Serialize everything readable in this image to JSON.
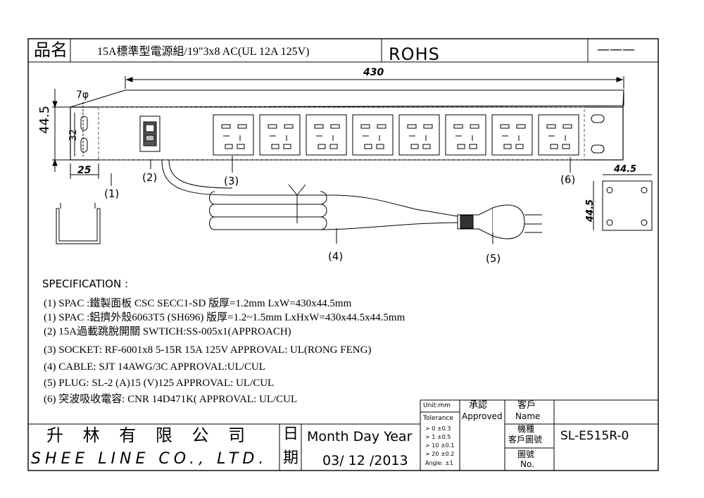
{
  "title_block": {
    "name_label": "品名",
    "product_name": "15A標準型電源組/19\"3x8 AC(UL 12A 125V)",
    "rohs": "ROHS",
    "dash": "———"
  },
  "dimensions": {
    "length": "430",
    "height": "44.5",
    "hole": "7φ",
    "hole_pitch": "32",
    "edge": "25",
    "side_w": "44.5",
    "side_h": "44.5"
  },
  "callouts": [
    "(1)",
    "(2)",
    "(3)",
    "(4)",
    "(5)",
    "(6)"
  ],
  "specification": {
    "heading": "SPECIFICATION :",
    "lines": [
      "(1)  SPAC :鐵製面板 CSC SECC1-SD 版厚=1.2mm LxW=430x44.5mm",
      "(1)  SPAC :鋁擠外殼6063T5 (SH696) 版厚=1.2~1.5mm LxHxW=430x44.5x44.5mm",
      "(2) 15A過載跳脫開關 SWTICH:SS-005x1(APPROACH)",
      "(3) SOCKET: RF-6001x8 5-15R 15A 125V   APPROVAL: UL(RONG FENG)",
      "(4) CABLE: SJT 14AWG/3C   APPROVAL:UL/CUL",
      "(5) PLUG:  SL-2 (A)15 (V)125   APPROVAL: UL/CUL",
      "(6) 突波吸收電容:   CNR 14D471K(   APPROVAL: UL/CUL"
    ]
  },
  "bottom_block": {
    "company_cn": "升 林 有 限 公 司",
    "company_en": "SHEE LINE CO., LTD.",
    "date_char_1": "日",
    "date_char_2": "期",
    "date_label": "Month Day Year",
    "date_value": "03/ 12 /2013",
    "unit": "Unit:mm",
    "tolerance": "Tolerance",
    "tol_1": "> 0  ±0.3",
    "tol_2": "> 1  ±0.5",
    "tol_3": "> 10  ±0.1",
    "tol_4": "> 20  ±0.2",
    "tol_5": "Angle: ±1",
    "approved_cn": "承認",
    "approved_en": "Approved",
    "customer_cn": "客戶",
    "customer_en": "Name",
    "model_cn_1": "機種",
    "model_cn_2": "客戶圖號",
    "model_value": "SL-E515R-0",
    "drawing_cn": "圖號",
    "drawing_en": "No."
  }
}
